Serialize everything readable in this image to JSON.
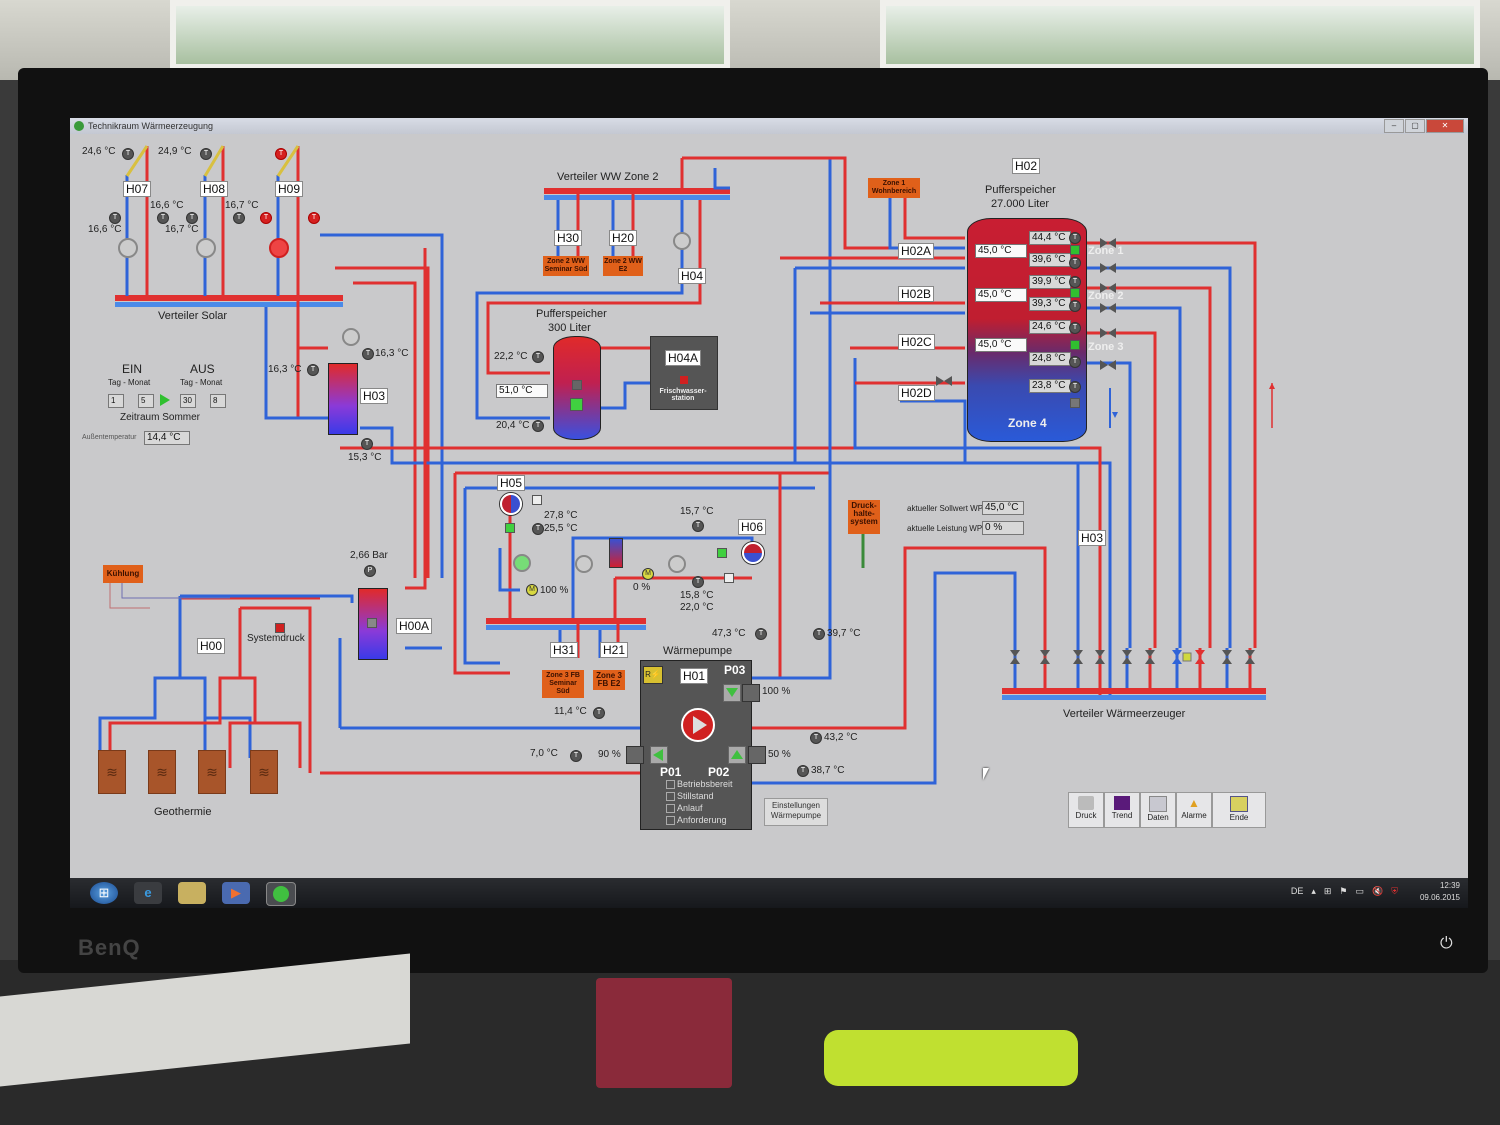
{
  "window": {
    "title": "Technikraum Wärmeerzeugung",
    "minimize": "–",
    "maximize": "▢",
    "close": "✕"
  },
  "solar": {
    "collectors": [
      {
        "id": "H07",
        "collector_temp": "24,6 °C",
        "flow_temp": "16,6 °C",
        "return_temp": "16,6 °C"
      },
      {
        "id": "H08",
        "collector_temp": "24,9 °C",
        "flow_temp": "16,7 °C",
        "return_temp": "16,7 °C"
      },
      {
        "id": "H09",
        "collector_temp": "",
        "flow_temp": "",
        "return_temp": ""
      }
    ],
    "distributor_label": "Verteiler Solar",
    "h03": {
      "id": "H03",
      "top_temp": "16,3 °C",
      "left_temp": "16,3 °C",
      "bottom_temp": "15,3 °C"
    }
  },
  "summer_period": {
    "on_label": "EIN",
    "off_label": "AUS",
    "day_month_label": "Tag - Monat",
    "on_day": "1",
    "on_month": "5",
    "off_day": "30",
    "off_month": "8",
    "caption": "Zeitraum Sommer",
    "outside_temp_label": "Außentemperatur",
    "outside_temp": "14,4 °C"
  },
  "ww_zone2": {
    "label": "Verteiler WW Zone 2",
    "circuits": [
      {
        "id": "H30",
        "zone": "Zone 2 WW Seminar Süd"
      },
      {
        "id": "H20",
        "zone": "Zone 2 WW E2"
      }
    ],
    "pump_id": "H04"
  },
  "small_buffer": {
    "title": "Pufferspeicher",
    "volume": "300 Liter",
    "top_temp": "22,2 °C",
    "setpoint": "51,0 °C",
    "bottom_temp": "20,4 °C",
    "freshwater_id": "H04A",
    "freshwater_label": "Frischwasser-station"
  },
  "big_buffer": {
    "id": "H02",
    "title": "Pufferspeicher",
    "volume": "27.000 Liter",
    "zone1_box": "Zone 1 Wohnbereich",
    "circuits": [
      "H02A",
      "H02B",
      "H02C",
      "H02D"
    ],
    "setpoints": [
      "45,0 °C",
      "45,0 °C",
      "45,0 °C"
    ],
    "temps": [
      "44,4 °C",
      "39,6 °C",
      "39,9 °C",
      "39,3 °C",
      "24,6 °C",
      "24,8 °C",
      "23,8 °C"
    ],
    "zones": [
      "Zone 1",
      "Zone 2",
      "Zone 3",
      "Zone 4"
    ]
  },
  "middle": {
    "h05": {
      "id": "H05",
      "temp1": "27,8 °C",
      "temp2": "25,5 °C",
      "mixer": "100 %"
    },
    "h06": {
      "id": "H06",
      "temp_top": "15,7 °C",
      "temp_bottom1": "15,8 °C",
      "temp_bottom2": "22,0 °C",
      "mixer": "0 %"
    },
    "circuits": [
      {
        "id": "H31",
        "zone": "Zone 3 FB Seminar Süd"
      },
      {
        "id": "H21",
        "zone": "Zone 3 FB E2"
      }
    ],
    "pressure_system": "Druck-halte-system",
    "setpoint_label": "aktueller Sollwert WP",
    "setpoint_value": "45,0 °C",
    "power_label": "aktuelle Leistung WP",
    "power_value": "0 %",
    "h03_label": "H03"
  },
  "heat_pump": {
    "title": "Wärmepumpe",
    "id": "H01",
    "p01": "P01",
    "p02": "P02",
    "p03": "P03",
    "p01_speed": "90 %",
    "p02_speed": "50 %",
    "p03_speed": "100 %",
    "temp_source_in": "11,4 °C",
    "temp_source_out": "7,0 °C",
    "temp_flow": "47,3 °C",
    "temp_return": "39,7 °C",
    "temp_p02_flow": "43,2 °C",
    "temp_p02_return": "38,7 °C",
    "r_badge": "R",
    "status": [
      "Betriebsbereit",
      "Stillstand",
      "Anlauf",
      "Anforderung"
    ],
    "settings_button": "Einstellungen Wärmepumpe"
  },
  "geothermal": {
    "cooling": "Kühlung",
    "h00": "H00",
    "h00a": "H00A",
    "system_pressure_label": "Systemdruck",
    "pressure": "2,66 Bar",
    "label": "Geothermie"
  },
  "distributor_generators": {
    "label": "Verteiler Wärmeerzeuger"
  },
  "toolbar": [
    {
      "label": "Druck",
      "icon": "printer-icon"
    },
    {
      "label": "Trend",
      "icon": "trend-chart-icon"
    },
    {
      "label": "Daten",
      "icon": "data-icon"
    },
    {
      "label": "Alarme",
      "icon": "alarm-bell-icon"
    },
    {
      "label": "Ende",
      "icon": "exit-icon"
    }
  ],
  "taskbar": {
    "apps": [
      "start-button",
      "internet-explorer",
      "file-explorer",
      "media-player",
      "scada-app"
    ],
    "language": "DE",
    "time": "12:39",
    "date": "09.06.2015"
  },
  "monitor": {
    "brand": "BenQ"
  },
  "colors": {
    "supply": "#e03030",
    "return": "#2f63d8",
    "zone_box": "#e0601a",
    "active": "#30c030"
  }
}
